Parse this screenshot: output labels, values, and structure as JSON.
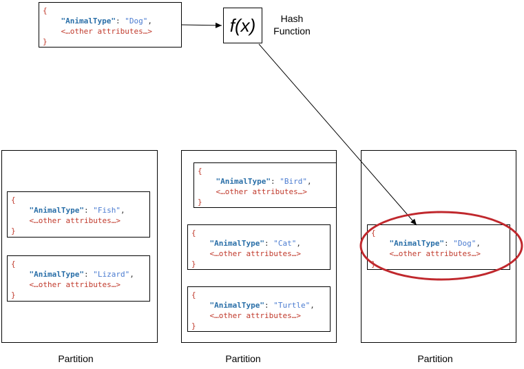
{
  "input_record": {
    "open": "{",
    "key": "\"AnimalType\"",
    "colon": ": ",
    "value": "\"Dog\"",
    "comma": ",",
    "other": "<…other attributes…>",
    "close": "}"
  },
  "hash": {
    "symbol": "f(x)",
    "label_line1": "Hash",
    "label_line2": "Function"
  },
  "partitions": [
    {
      "label": "Partition",
      "records": [
        {
          "open": "{",
          "key": "\"AnimalType\"",
          "colon": ": ",
          "value": "\"Fish\"",
          "comma": ",",
          "other": "<…other attributes…>",
          "close": "}"
        },
        {
          "open": "{",
          "key": "\"AnimalType\"",
          "colon": ": ",
          "value": "\"Lizard\"",
          "comma": ",",
          "other": "<…other attributes…>",
          "close": "}"
        }
      ]
    },
    {
      "label": "Partition",
      "records": [
        {
          "open": "{",
          "key": "\"AnimalType\"",
          "colon": ": ",
          "value": "\"Bird\"",
          "comma": ",",
          "other": "<…other attributes…>",
          "close": "}"
        },
        {
          "open": "{",
          "key": "\"AnimalType\"",
          "colon": ": ",
          "value": "\"Cat\"",
          "comma": ",",
          "other": "<…other attributes…>",
          "close": "}"
        },
        {
          "open": "{",
          "key": "\"AnimalType\"",
          "colon": ": ",
          "value": "\"Turtle\"",
          "comma": ",",
          "other": "<…other attributes…>",
          "close": "}"
        }
      ]
    },
    {
      "label": "Partition",
      "records": [
        {
          "open": "{",
          "key": "\"AnimalType\"",
          "colon": ": ",
          "value": "\"Dog\"",
          "comma": ",",
          "other": "<…other attributes…>",
          "close": "}"
        }
      ]
    }
  ],
  "colors": {
    "highlight": "#c0282d",
    "brace": "#c0392b",
    "key": "#2a6fa8",
    "value": "#4a7bd0"
  }
}
